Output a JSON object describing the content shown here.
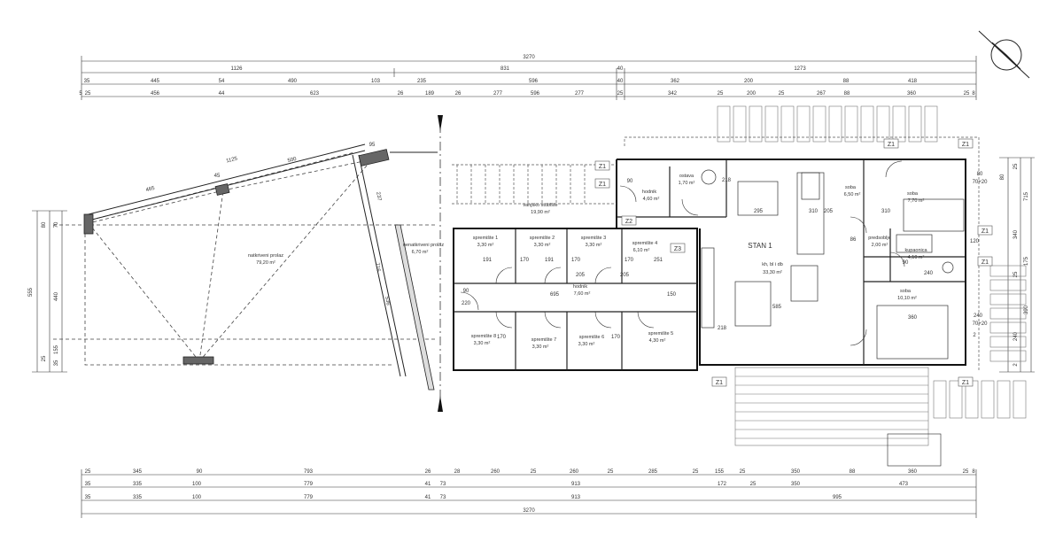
{
  "dimensions": {
    "top_total": "3270",
    "top_row1": [
      "1126",
      "831",
      "40",
      "1273"
    ],
    "top_row2": [
      "35",
      "445",
      "54",
      "490",
      "103",
      "235",
      "596",
      "40",
      "362",
      "200",
      "88",
      "418"
    ],
    "top_row3": [
      "5",
      "25",
      "456",
      "44",
      "623",
      "26",
      "189",
      "26",
      "277",
      "596",
      "277",
      "25",
      "342",
      "25",
      "200",
      "25",
      "267",
      "88",
      "360",
      "25",
      "8"
    ],
    "bottom_row1": [
      "25",
      "345",
      "90",
      "793",
      "26",
      "28",
      "260",
      "25",
      "260",
      "25",
      "285",
      "25",
      "155",
      "25",
      "350",
      "88",
      "360",
      "25",
      "8"
    ],
    "bottom_row2": [
      "35",
      "335",
      "100",
      "779",
      "41",
      "73",
      "913",
      "172",
      "25",
      "350",
      "473"
    ],
    "bottom_row3": [
      "35",
      "335",
      "100",
      "779",
      "41",
      "73",
      "913",
      "995"
    ],
    "bottom_total": "3270",
    "left_vertical": [
      "555",
      "80",
      "70",
      "440",
      "155",
      "25",
      "35"
    ],
    "right_vertical": [
      "25",
      "80",
      "715",
      "340",
      "25",
      "175",
      "390",
      "240",
      "2"
    ],
    "inner": [
      "1125",
      "500",
      "465",
      "45",
      "95",
      "237",
      "716",
      "536",
      "191",
      "170",
      "191",
      "170",
      "205",
      "205",
      "251",
      "170",
      "695",
      "150",
      "220",
      "90",
      "170",
      "170",
      "90",
      "218",
      "295",
      "218",
      "585",
      "310",
      "205",
      "310",
      "86",
      "240",
      "80",
      "360",
      "240",
      "70+20",
      "70+20",
      "90",
      "120",
      "2"
    ]
  },
  "rooms": {
    "covered_passage": {
      "name": "natkriveni prolaz",
      "area": "79,20 m²"
    },
    "uncovered_passage": {
      "name": "nenatkriveni prolaz",
      "area": "6,70 m²"
    },
    "outdoor_stairs": {
      "name": "vanjsko stubište",
      "area": "19,90 m²"
    },
    "storage_1": {
      "name": "spremište 1",
      "area": "3,30 m²"
    },
    "storage_2": {
      "name": "spremište 2",
      "area": "3,30 m²"
    },
    "storage_3": {
      "name": "spremište 3",
      "area": "3,30 m²"
    },
    "storage_4": {
      "name": "spremište 4",
      "area": "6,10 m²"
    },
    "storage_5": {
      "name": "spremište 5",
      "area": "4,30 m²"
    },
    "storage_6": {
      "name": "spremište 6",
      "area": "3,30 m²"
    },
    "storage_7": {
      "name": "spremište 7",
      "area": "3,30 m²"
    },
    "storage_8": {
      "name": "spremište 8",
      "area": "3,30 m²"
    },
    "hallway_storage": {
      "name": "hodnik",
      "area": "7,60 m²"
    },
    "hallway_apt": {
      "name": "hodnik",
      "area": "4,60 m²"
    },
    "pantry": {
      "name": "ostava",
      "area": "1,70 m²"
    },
    "apartment_label": "STAN 1",
    "kitchen": {
      "name": "kh, bl i db",
      "area": "33,30 m²"
    },
    "room_1": {
      "name": "soba",
      "area": "6,50 m²"
    },
    "room_2": {
      "name": "soba",
      "area": "7,70 m²"
    },
    "room_3": {
      "name": "soba",
      "area": "10,10 m²"
    },
    "anteroom": {
      "name": "predsoblje",
      "area": "2,00 m²"
    },
    "bathroom": {
      "name": "kupaonica",
      "area": "4,10 m²"
    }
  },
  "tags": [
    "Z1",
    "Z1",
    "Z1",
    "Z1",
    "Z1",
    "Z1",
    "Z1",
    "Z1",
    "Z2",
    "Z3"
  ],
  "north_arrow": "north-arrow-icon",
  "colors": {
    "line": "#222222",
    "dim_line": "#333333",
    "dash": "#555555",
    "hatch": "#888888",
    "paper": "#ffffff"
  }
}
